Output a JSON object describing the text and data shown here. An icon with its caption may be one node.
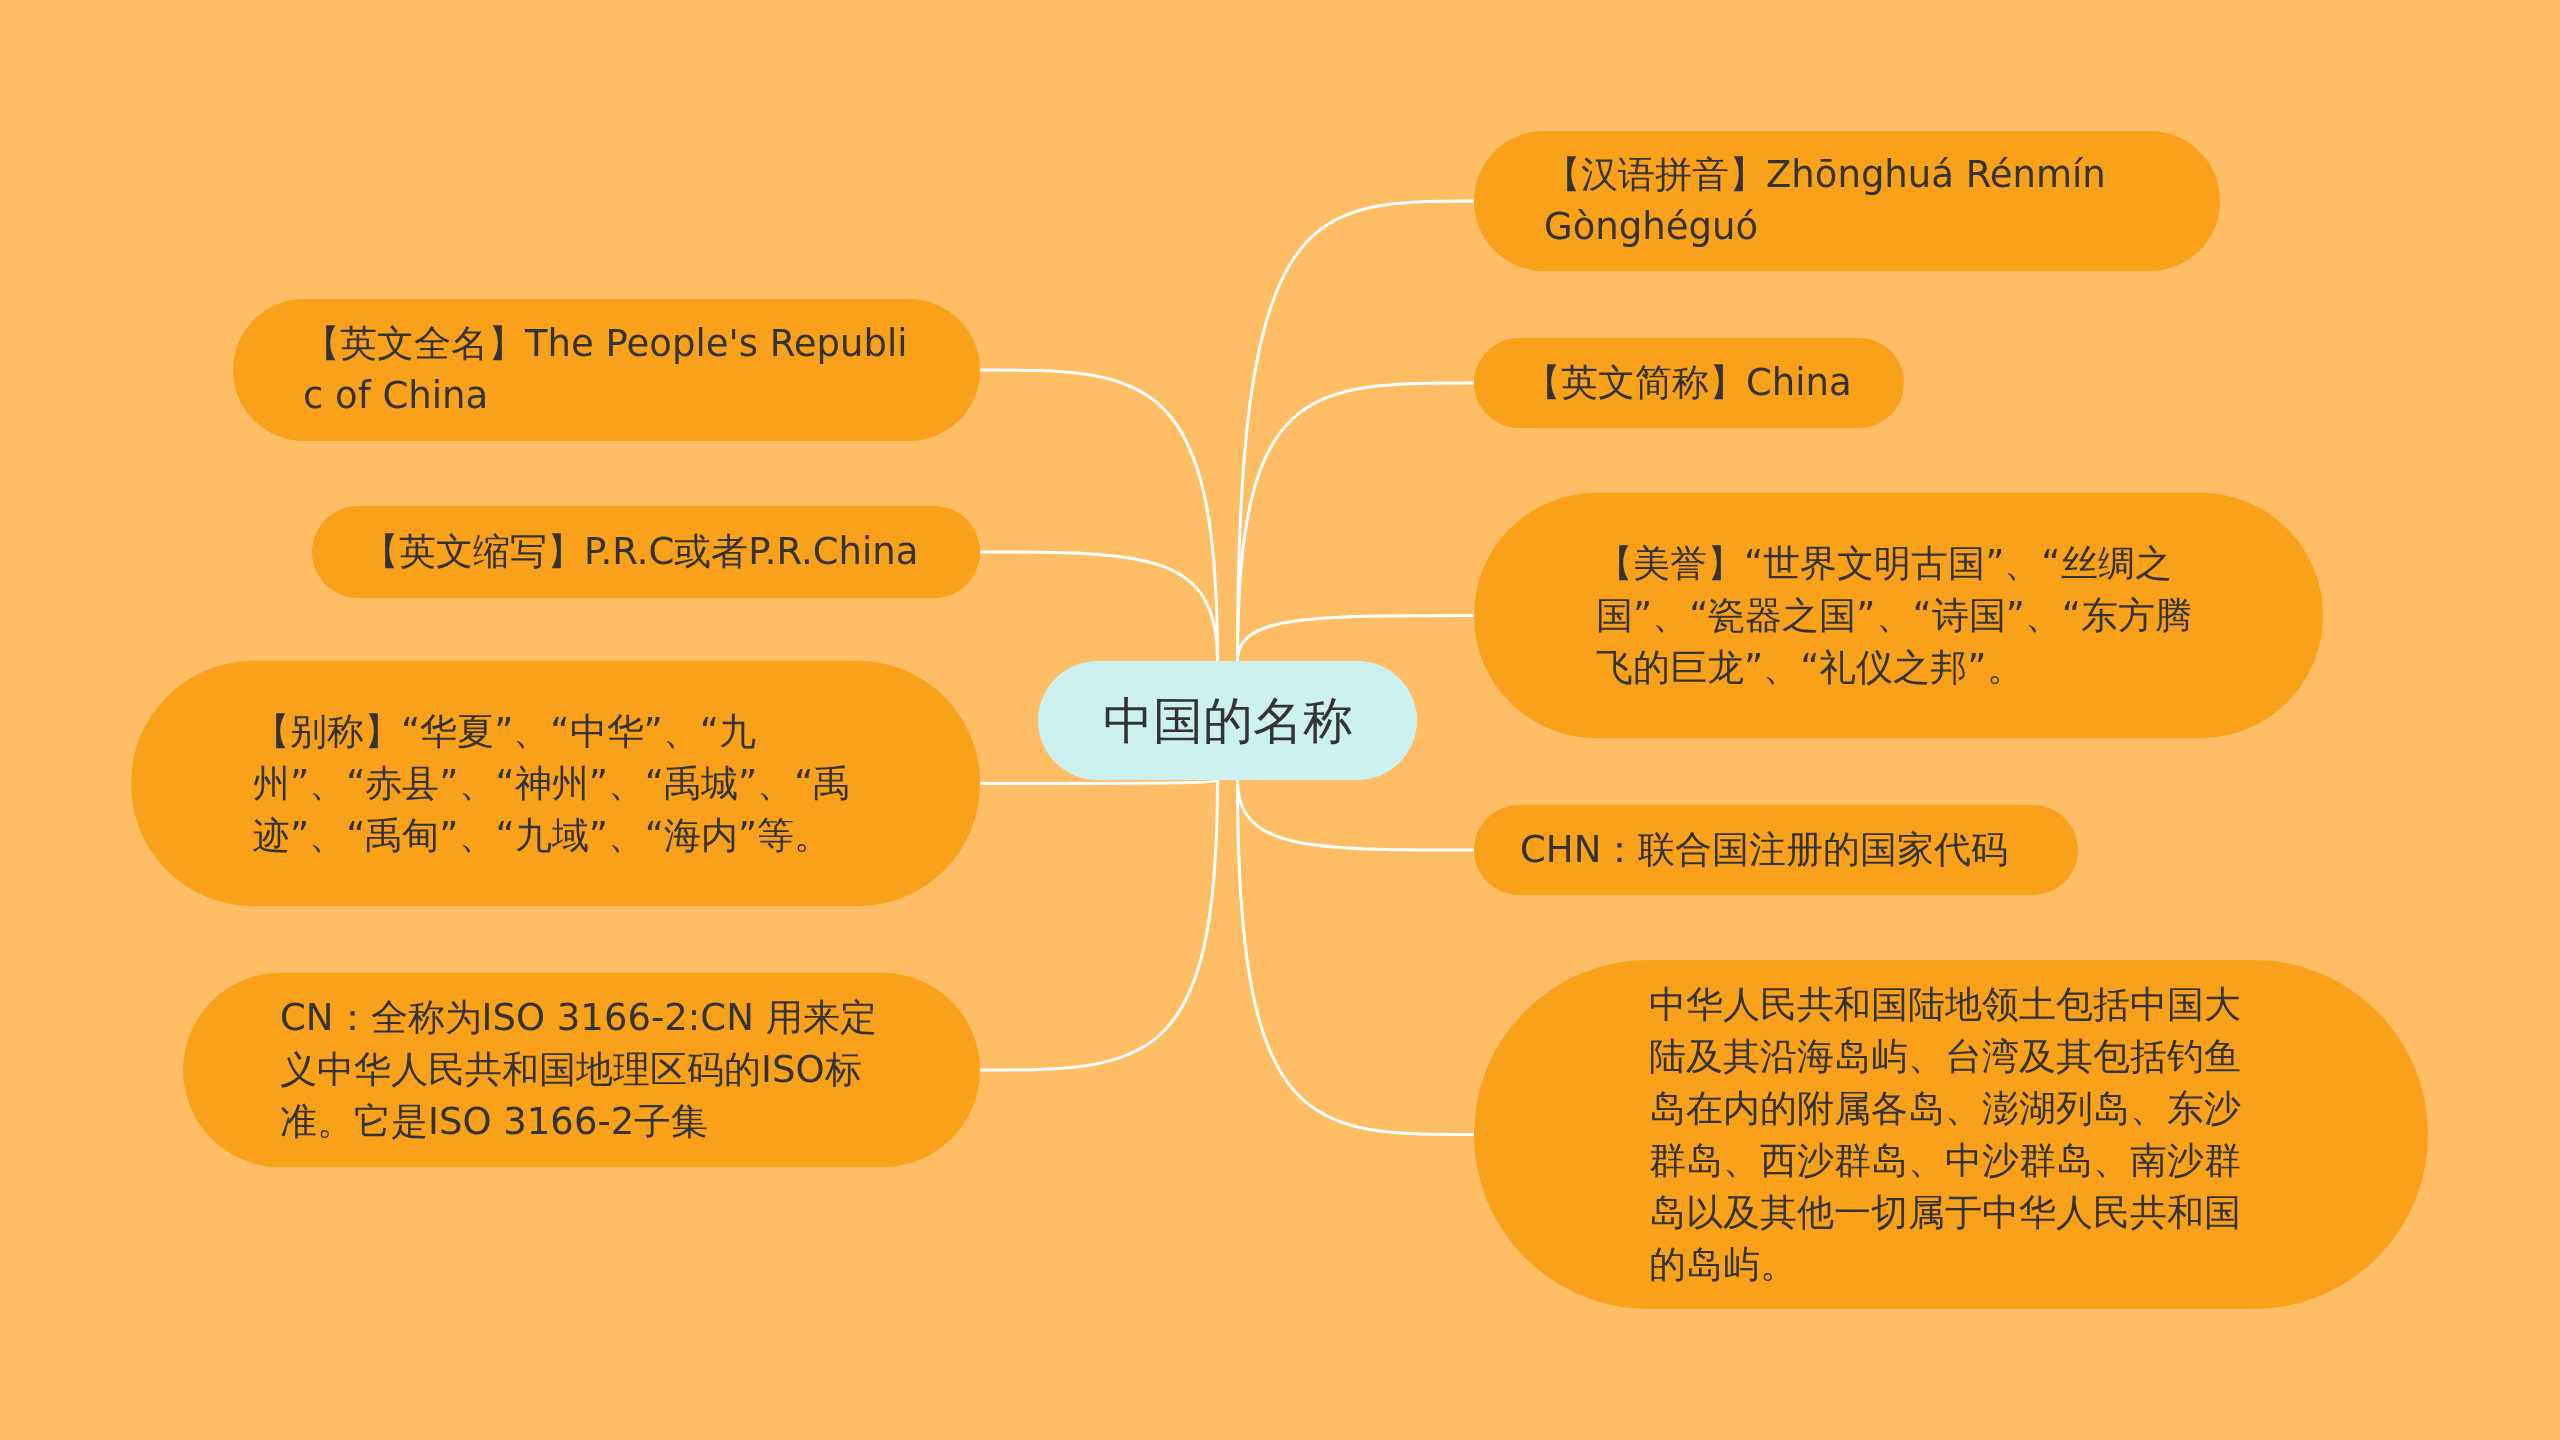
{
  "diagram": {
    "nodes": [
      {
        "text": [
          "中国的名称"
        ]
      },
      {
        "text": [
          "【英文全名】The People's Republic of China"
        ]
      },
      {
        "text": [
          "【英文缩写】P.R.C或者P.R.China"
        ]
      },
      {
        "text": [
          "【别称】“华夏”、“中华”、“九州”、“赤县”、“神州”、“禹城”、“禹迹”、“禹甸”、“九域”、“海内”等。"
        ]
      },
      {
        "text": [
          "CN：全称为ISO 3166-2:CN 用来定义中华人民共和国地理区码的ISO标准。它是ISO 3166-2子集"
        ]
      },
      {
        "text": [
          "【汉语拼音】Zhōnghuá Rénmín Gònghéguó"
        ]
      },
      {
        "text": [
          "【英文简称】China"
        ]
      },
      {
        "text": [
          "【美誉】“世界文明古国”、“丝绸之国”、“瓷器之国”、“诗国”、“东方腾飞的巨龙”、“礼仪之邦”。"
        ]
      },
      {
        "text": [
          "CHN：联合国注册的国家代码"
        ]
      },
      {
        "text": [
          "中华人民共和国陆地领土包括中国大陆及其沿海岛屿、台湾及其包括钓鱼岛在内的附属各岛、澎湖列岛、东沙群岛、西沙群岛、中沙群岛、南沙群岛以及其他一切属于中华人民共和国的岛屿。"
        ]
      }
    ],
    "edges": [
      {
        "from": 0,
        "to": 1,
        "arrow": "none"
      },
      {
        "from": 0,
        "to": 2,
        "arrow": "none"
      },
      {
        "from": 0,
        "to": 3,
        "arrow": "none"
      },
      {
        "from": 0,
        "to": 4,
        "arrow": "none"
      },
      {
        "from": 0,
        "to": 5,
        "arrow": "none"
      },
      {
        "from": 0,
        "to": 6,
        "arrow": "none"
      },
      {
        "from": 0,
        "to": 7,
        "arrow": "none"
      },
      {
        "from": 0,
        "to": 8,
        "arrow": "none"
      },
      {
        "from": 0,
        "to": 9,
        "arrow": "none"
      }
    ]
  }
}
